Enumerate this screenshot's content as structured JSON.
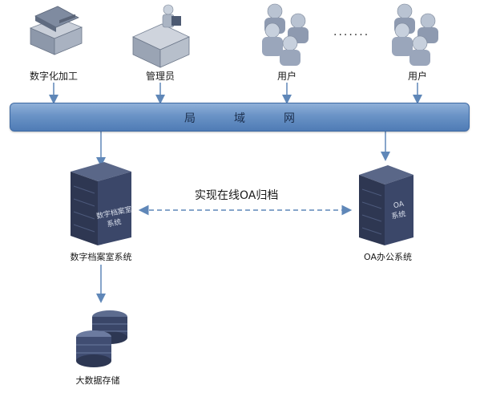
{
  "nodes": {
    "digitize": "数字化加工",
    "admin": "管理员",
    "user1": "用户",
    "user2": "用户",
    "ellipsis": "·······",
    "archive_system": "数字档案室系统",
    "oa_system": "OA办公系统",
    "big_data": "大数据存储"
  },
  "lan": {
    "label": "局域网"
  },
  "server_text": {
    "archive_server": "数字档案室系统",
    "oa_server": "OA系统"
  },
  "link_label": "实现在线OA归档",
  "colors": {
    "bar": "#5b86bf",
    "arrow": "#5f87b8",
    "server_dark": "#2b3550",
    "server_face": "#3d4a72"
  }
}
